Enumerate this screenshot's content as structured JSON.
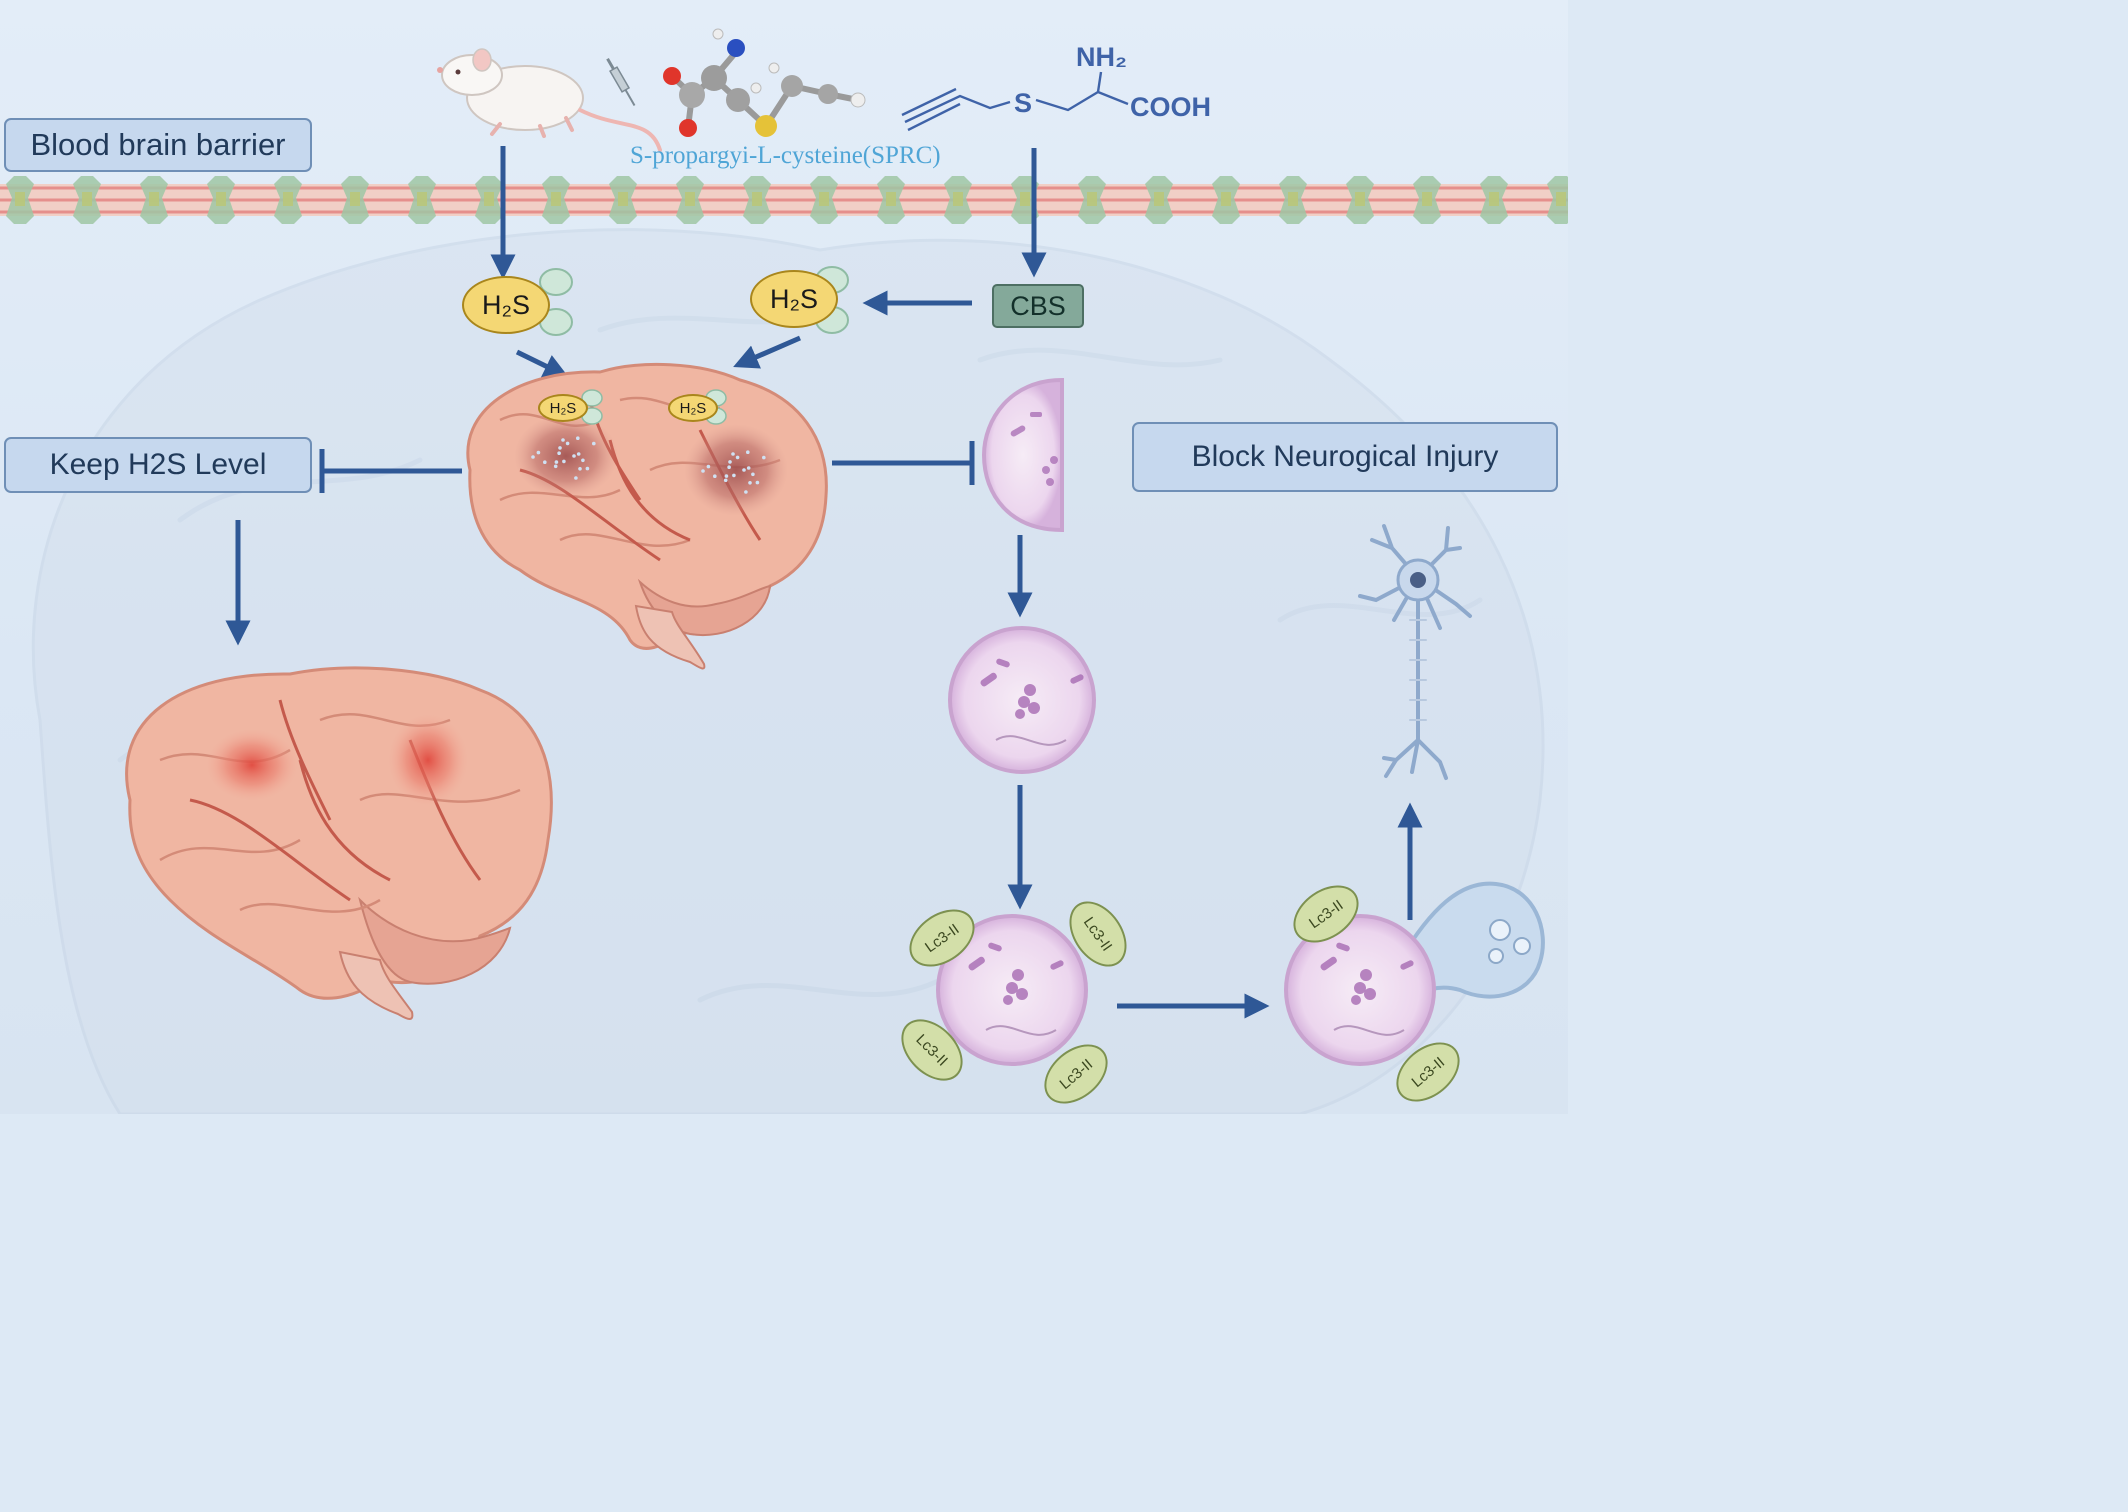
{
  "labels": {
    "bbb": "Blood brain barrier",
    "keep": "Keep H2S Level",
    "block": "Block Neurogical Injury"
  },
  "molecule": {
    "name": "S-propargyi-L-cysteine(SPRC)",
    "nh2": "NH₂",
    "s": "S",
    "cooh": "COOH"
  },
  "h2s_label": "H₂S",
  "cbs_label": "CBS",
  "lc3_label": "Lc3-II",
  "colors": {
    "arrow": "#2f5896",
    "label_box": "#c6d8ee",
    "h2s_fill": "#f4d774",
    "cbs_fill": "#84a99a",
    "lc3_fill": "#d3dfa9",
    "brain": "#f0b6a2",
    "cell": "#eedcf0"
  }
}
